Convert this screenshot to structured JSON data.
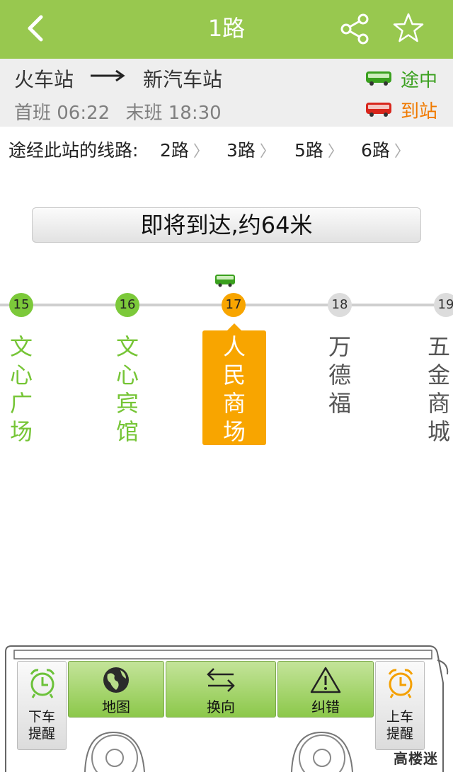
{
  "header": {
    "title": "1路",
    "back_icon": "back-arrow-icon",
    "share_icon": "share-icon",
    "favorite_icon": "star-icon"
  },
  "route": {
    "from": "火车站",
    "to": "新汽车站",
    "first_bus": "首班 06:22",
    "last_bus": "末班 18:30"
  },
  "legend": {
    "en_route": {
      "label": "途中",
      "color": "#3aa01e"
    },
    "arrived": {
      "label": "到站",
      "color": "#f07a00"
    }
  },
  "lines_through": {
    "label": "途经此站的线路:",
    "items": [
      "2路",
      "3路",
      "5路",
      "6路"
    ]
  },
  "arrival_banner": "即将到达,约64米",
  "stations": [
    {
      "number": "15",
      "name": "文心广场",
      "state": "passed"
    },
    {
      "number": "16",
      "name": "文心宾馆",
      "state": "passed"
    },
    {
      "number": "17",
      "name": "人民商场",
      "state": "current"
    },
    {
      "number": "18",
      "name": "万德福",
      "state": "future"
    },
    {
      "number": "19",
      "name": "五金商城",
      "state": "future"
    }
  ],
  "toolbar": {
    "alight_reminder": "下车提醒",
    "map": "地图",
    "reverse": "换向",
    "report_error": "纠错",
    "board_reminder": "上车提醒"
  },
  "watermark": "高楼迷",
  "colors": {
    "brand": "#98c84f",
    "current": "#f8a500",
    "passed": "#76c536"
  }
}
